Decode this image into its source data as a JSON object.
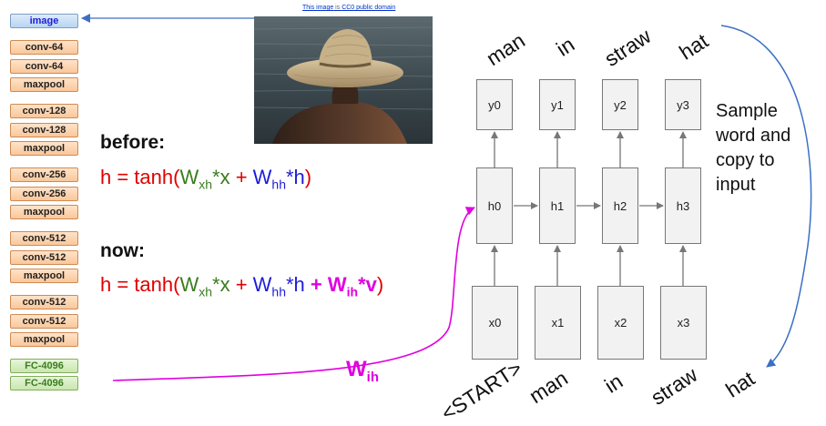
{
  "cnn_layers": [
    {
      "label": "image",
      "style": "blue"
    },
    {
      "label": "conv-64",
      "style": "orange"
    },
    {
      "label": "conv-64",
      "style": "orange"
    },
    {
      "label": "maxpool",
      "style": "orange"
    },
    {
      "label": "conv-128",
      "style": "orange"
    },
    {
      "label": "conv-128",
      "style": "orange"
    },
    {
      "label": "maxpool",
      "style": "orange"
    },
    {
      "label": "conv-256",
      "style": "orange"
    },
    {
      "label": "conv-256",
      "style": "orange"
    },
    {
      "label": "maxpool",
      "style": "orange"
    },
    {
      "label": "conv-512",
      "style": "orange"
    },
    {
      "label": "conv-512",
      "style": "orange"
    },
    {
      "label": "maxpool",
      "style": "orange"
    },
    {
      "label": "conv-512",
      "style": "orange"
    },
    {
      "label": "conv-512",
      "style": "orange"
    },
    {
      "label": "maxpool",
      "style": "orange"
    },
    {
      "label": "FC-4096",
      "style": "green"
    },
    {
      "label": "FC-4096",
      "style": "green"
    }
  ],
  "photo_credit": {
    "link1": "This image",
    "sep": " is ",
    "link2": "CC0 public domain"
  },
  "before_label": "before:",
  "now_label": "now:",
  "formula_before": {
    "h": "h = tanh(",
    "W1": "W",
    "xh": "xh",
    "x": "*x",
    "plus1": " + ",
    "W2": "W",
    "hh": "hh",
    "h2": "*h",
    "close": ")"
  },
  "formula_now": {
    "h": "h = tanh(",
    "W1": "W",
    "xh": "xh",
    "x": "*x",
    "plus1": " + ",
    "W2": "W",
    "hh": "hh",
    "h2": "*h",
    "plus2": " + ",
    "W3": "W",
    "ih": "ih",
    "v": "*v",
    "close": ")"
  },
  "wih_label": {
    "W": "W",
    "sub": "ih"
  },
  "rnn": {
    "outputs": [
      "y0",
      "y1",
      "y2",
      "y3"
    ],
    "hidden": [
      "h0",
      "h1",
      "h2",
      "h3"
    ],
    "inputs": [
      "x0",
      "x1",
      "x2",
      "x3"
    ],
    "top_words": [
      "man",
      "in",
      "straw",
      "hat"
    ],
    "bottom_words": [
      "<START>",
      "man",
      "in",
      "straw"
    ],
    "final_word": "hat"
  },
  "sample_text": "Sample word and copy to input",
  "colors": {
    "red": "#e00000",
    "green": "#3a7d1f",
    "blue": "#1d1dd8",
    "magenta": "#e000e0",
    "arrow_blue": "#3b6fc4"
  }
}
